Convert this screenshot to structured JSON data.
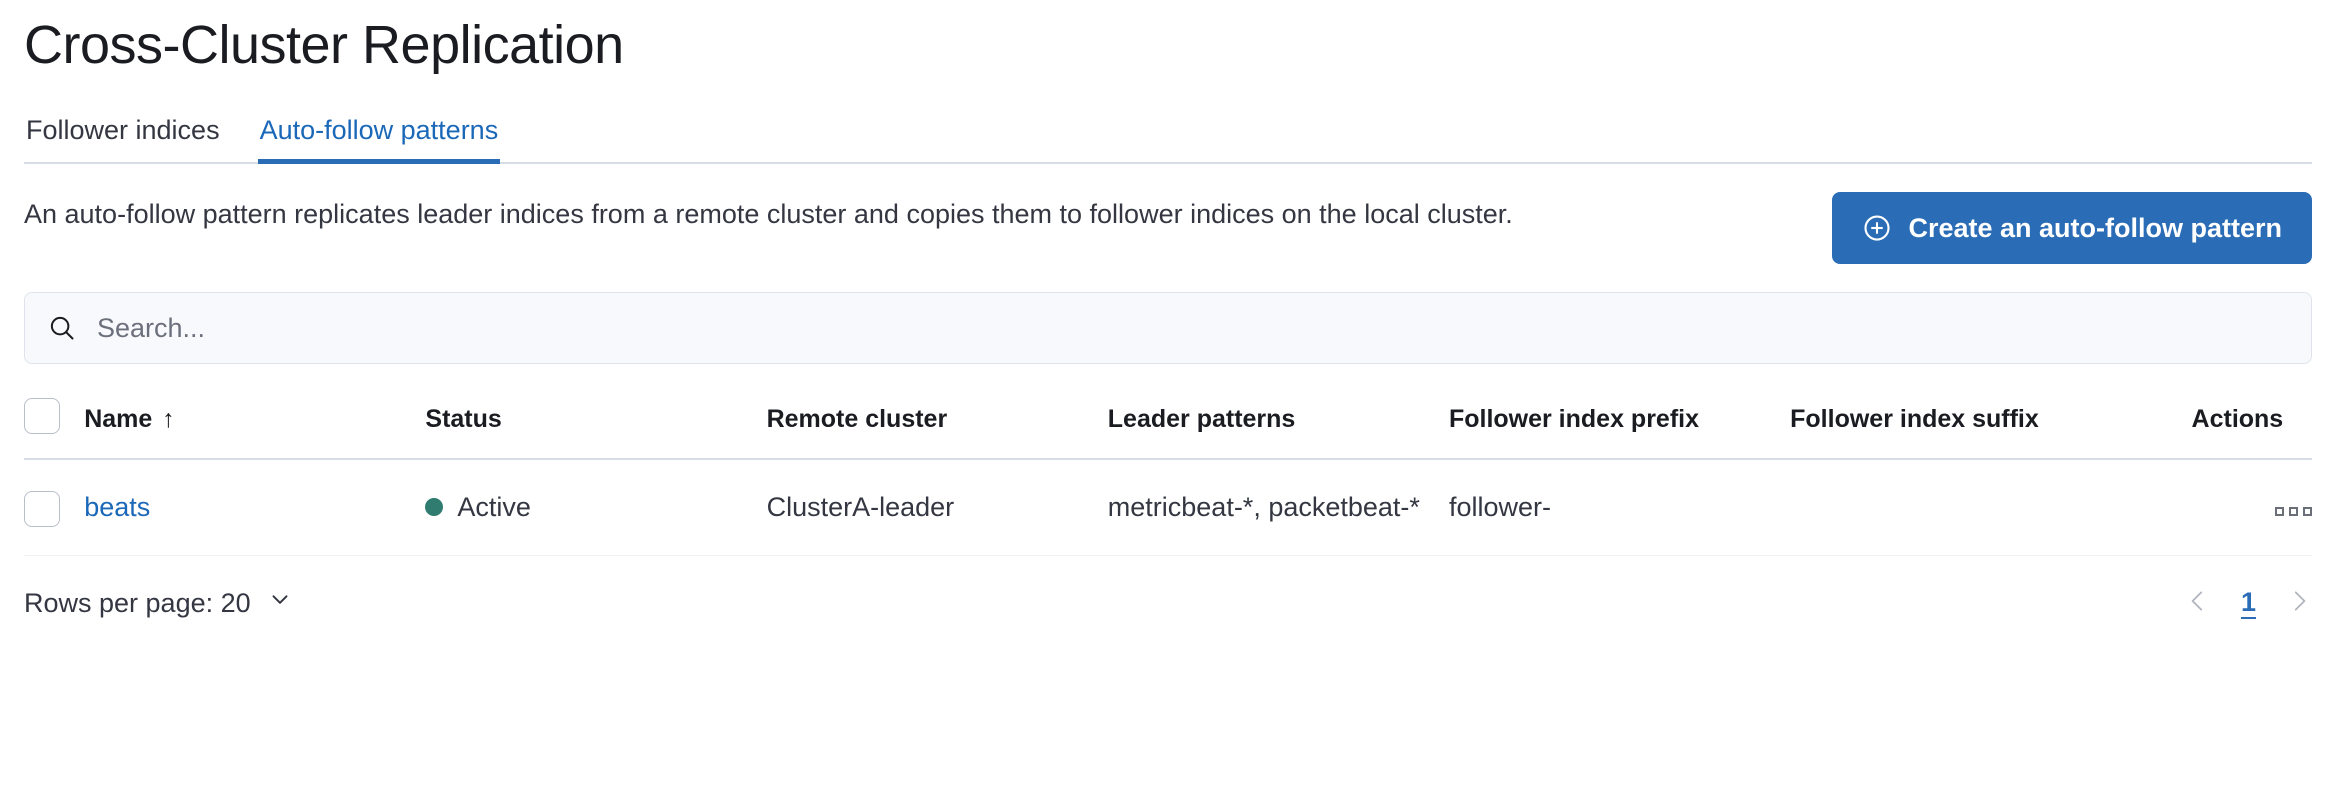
{
  "header": {
    "title": "Cross-Cluster Replication"
  },
  "tabs": [
    {
      "label": "Follower indices",
      "active": false
    },
    {
      "label": "Auto-follow patterns",
      "active": true
    }
  ],
  "intro": {
    "description": "An auto-follow pattern replicates leader indices from a remote cluster and copies them to follower indices on the local cluster.",
    "cta_label": "Create an auto-follow pattern",
    "cta_icon": "plus-in-circle-icon"
  },
  "search": {
    "placeholder": "Search...",
    "value": "",
    "icon": "search-icon"
  },
  "table": {
    "columns": [
      {
        "key": "select",
        "label": ""
      },
      {
        "key": "name",
        "label": "Name",
        "sort": "asc",
        "sort_glyph": "↑"
      },
      {
        "key": "status",
        "label": "Status"
      },
      {
        "key": "remote",
        "label": "Remote cluster"
      },
      {
        "key": "leader",
        "label": "Leader patterns"
      },
      {
        "key": "prefix",
        "label": "Follower index prefix"
      },
      {
        "key": "suffix",
        "label": "Follower index suffix"
      },
      {
        "key": "actions",
        "label": "Actions"
      }
    ],
    "rows": [
      {
        "name": "beats",
        "status": "Active",
        "status_color": "#307c71",
        "remote_cluster": "ClusterA-leader",
        "leader_patterns": "metricbeat-*, packetbeat-*",
        "follower_index_prefix": "follower-",
        "follower_index_suffix": "",
        "actions_icon": "more-actions-icon"
      }
    ]
  },
  "footer": {
    "rows_per_page_label": "Rows per page: 20",
    "rows_per_page_icon": "chevron-down-icon",
    "prev_icon": "chevron-left-icon",
    "next_icon": "chevron-right-icon",
    "current_page": "1"
  },
  "colors": {
    "accent": "#2a6cb5",
    "link": "#1b68b8",
    "text": "#343741",
    "title": "#1a1c21",
    "success": "#307c71",
    "border": "#d8dce5",
    "search_bg": "#f8f9fc"
  }
}
